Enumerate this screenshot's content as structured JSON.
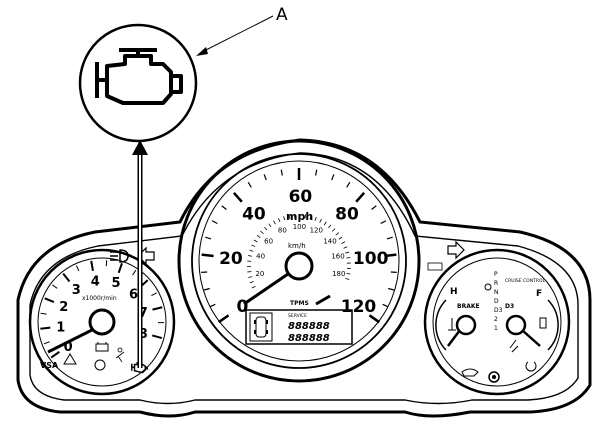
{
  "callout": {
    "label": "A",
    "icon": "check-engine-icon"
  },
  "tachometer": {
    "numbers": [
      "0",
      "1",
      "2",
      "3",
      "4",
      "5",
      "6",
      "7",
      "8"
    ],
    "unit": "x1000r/min",
    "indicators": {
      "vsa": "VSA"
    }
  },
  "speedometer": {
    "mph_numbers": [
      "0",
      "20",
      "40",
      "60",
      "80",
      "100",
      "120"
    ],
    "unit_mph": "mph",
    "kmh_numbers": [
      "20",
      "40",
      "60",
      "80",
      "100",
      "120",
      "140",
      "160",
      "180"
    ],
    "unit_kmh": "km/h",
    "lcd": {
      "service": "SERVICE",
      "line1": "888888",
      "line2": "888888",
      "tpms": "TPMS"
    }
  },
  "right_gauge": {
    "hot": "H",
    "full": "F",
    "cruise": "CRUISE CONTROL",
    "brake": "BRAKE",
    "gears": [
      "P",
      "R",
      "N",
      "D",
      "D3",
      "2",
      "1"
    ],
    "d3": "D3"
  },
  "indicators": {
    "icons": [
      "turn-left-arrow-icon",
      "turn-right-arrow-icon",
      "high-beam-icon",
      "battery-icon",
      "abs-icon",
      "seatbelt-icon",
      "low-tire-pressure-icon",
      "coolant-temp-icon",
      "fuel-icon",
      "oil-pressure-icon",
      "sidebag-icon"
    ]
  }
}
